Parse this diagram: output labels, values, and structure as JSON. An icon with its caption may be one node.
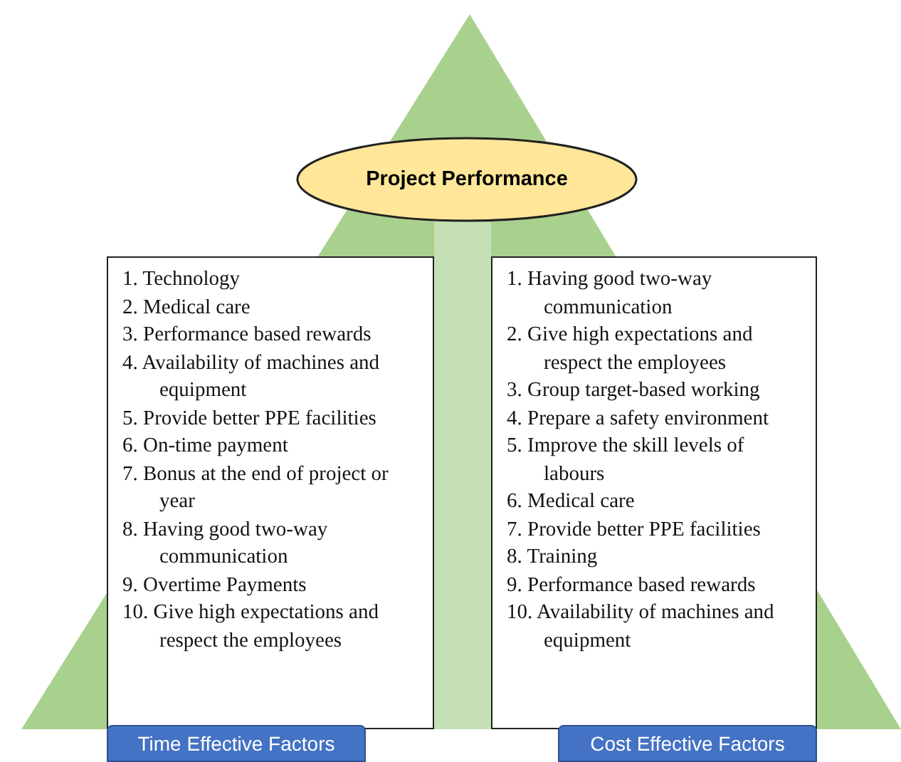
{
  "diagram": {
    "nodes": [
      {
        "text": [
          "Project Performance"
        ]
      },
      {
        "text": [
          "1. Technology",
          "2. Medical care",
          "3. Performance based rewards",
          "4. Availability of machines and equipment",
          "5. Provide better PPE facilities",
          "6. On-time payment",
          "7. Bonus at the end of project or year",
          "8. Having good two-way communication",
          "9. Overtime Payments",
          "10. Give high expectations and respect the employees"
        ]
      },
      {
        "text": [
          "1. Having good two-way communication",
          "2. Give high expectations and respect the employees",
          "3. Group target-based working",
          "4. Prepare a safety environment",
          "5. Improve the skill levels of labours",
          "6. Medical care",
          "7. Provide better PPE facilities",
          "8. Training",
          "9. Performance based rewards",
          "10. Availability of machines and equipment"
        ]
      },
      {
        "text": [
          "Time Effective Factors"
        ]
      },
      {
        "text": [
          "Cost Effective Factors"
        ]
      }
    ],
    "edges": []
  }
}
